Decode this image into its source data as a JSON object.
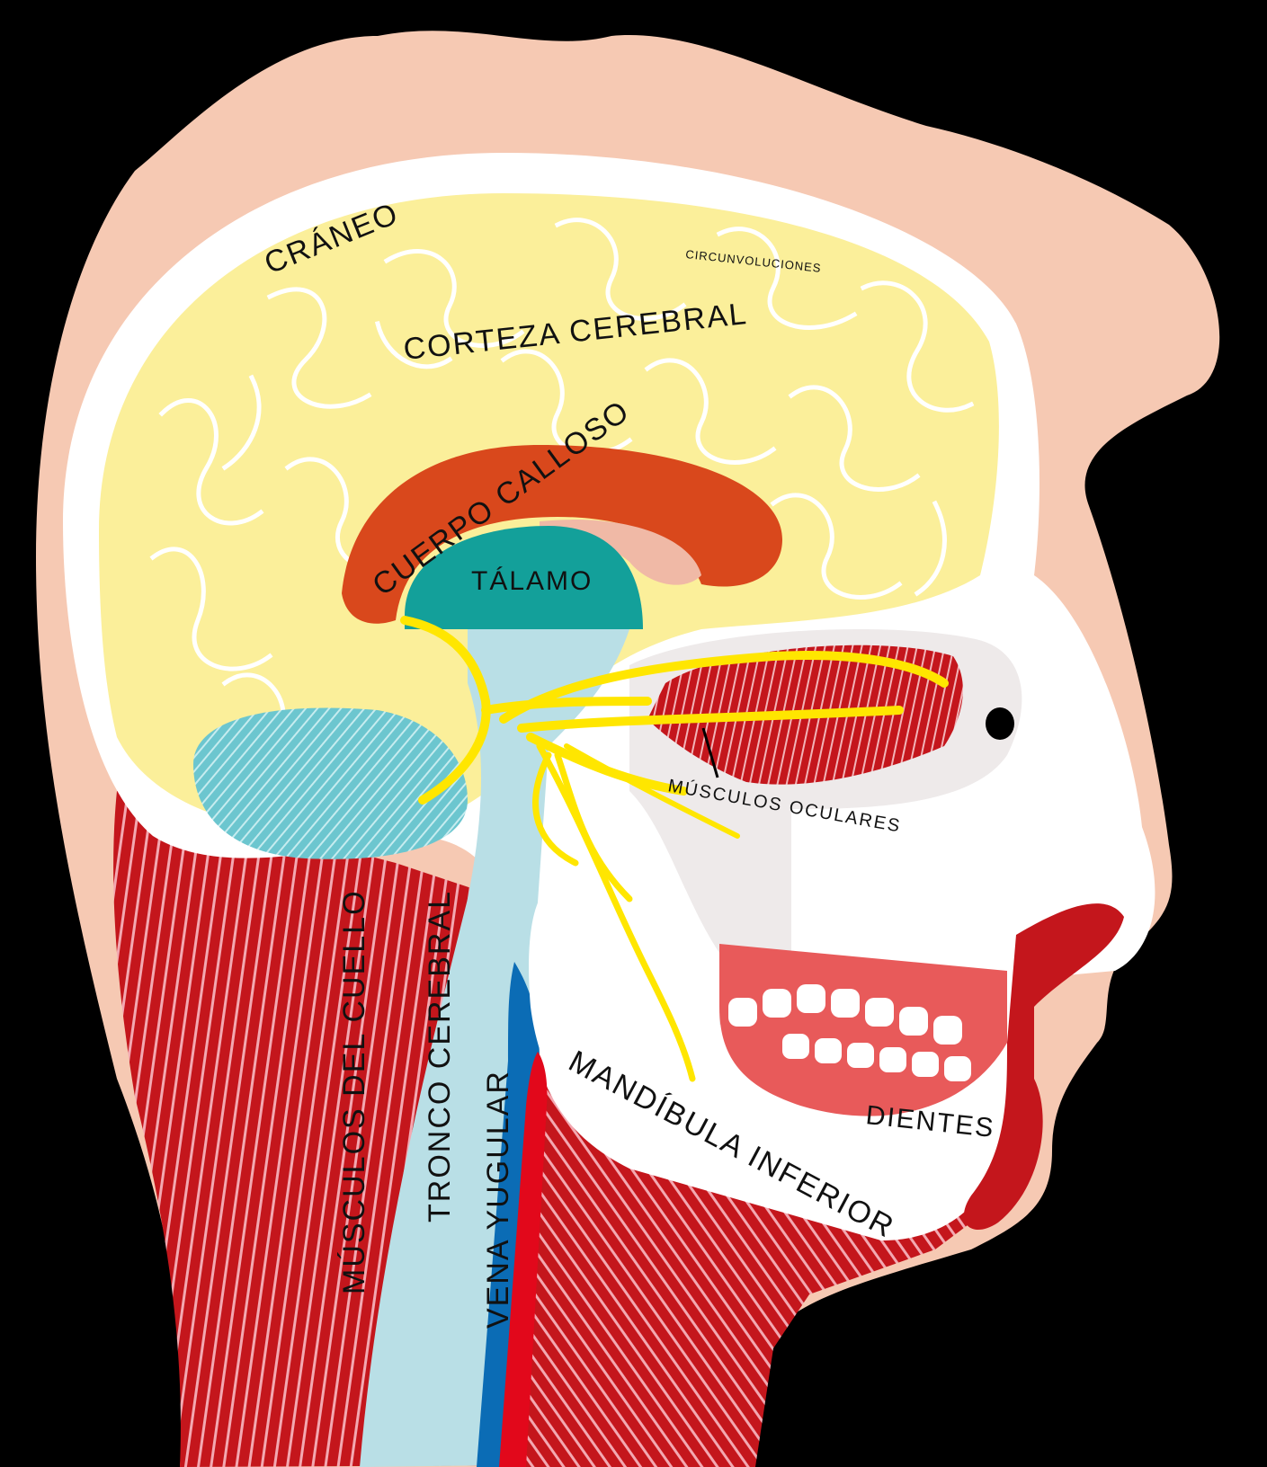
{
  "labels": {
    "craneo": "CRÁNEO",
    "corteza": "CORTEZA CEREBRAL",
    "circunvoluciones": "CIRCUNVOLUCIONES",
    "cuerpo_calloso": "CUERPO CALLOSO",
    "talamo": "TÁLAMO",
    "musculos_oculares": "MÚSCULOS OCULARES",
    "musculos_cuello": "MÚSCULOS DEL CUELLO",
    "tronco": "TRONCO CEREBRAL",
    "vena": "VENA YUGULAR",
    "mandibula": "MANDÍBULA INFERIOR",
    "dientes": "DIENTES"
  },
  "colors": {
    "background": "#000000",
    "skin": "#f6c9b3",
    "skull": "#ffffff",
    "brain": "#fbef9a",
    "corpus_callosum": "#d9481c",
    "thalamus": "#13a09a",
    "cerebellum": "#6cc6cf",
    "brainstem": "#b9dfe6",
    "nerves": "#ffe600",
    "muscle": "#c4161c",
    "muscle_light": "#f3a8b1",
    "vein_blue": "#0b6cb5",
    "vein_red": "#e2081b",
    "gums": "#e85a5a",
    "eye_socket": "#eeeaea"
  }
}
